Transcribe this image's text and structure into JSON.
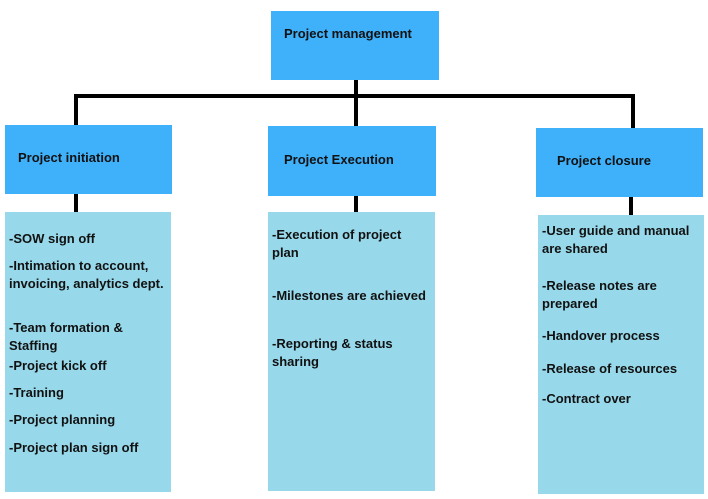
{
  "root": {
    "label": "Project management"
  },
  "phases": [
    {
      "title": "Project initiation",
      "items": [
        "-SOW sign off",
        "-Intimation to account, invoicing, analytics dept.",
        "-Team formation & Staffing",
        "-Project kick off",
        "-Training",
        "-Project planning",
        "-Project plan sign off"
      ]
    },
    {
      "title": "Project Execution",
      "items": [
        "-Execution of project plan",
        "-Milestones are achieved",
        "-Reporting & status sharing"
      ]
    },
    {
      "title": "Project closure",
      "items": [
        "-User guide and manual are shared",
        "-Release notes are prepared",
        "-Handover process",
        "-Release of resources",
        "-Contract over"
      ]
    }
  ],
  "colors": {
    "header_fill": "#3fb1fb",
    "detail_fill": "#97d8ea",
    "connector": "#000000"
  }
}
